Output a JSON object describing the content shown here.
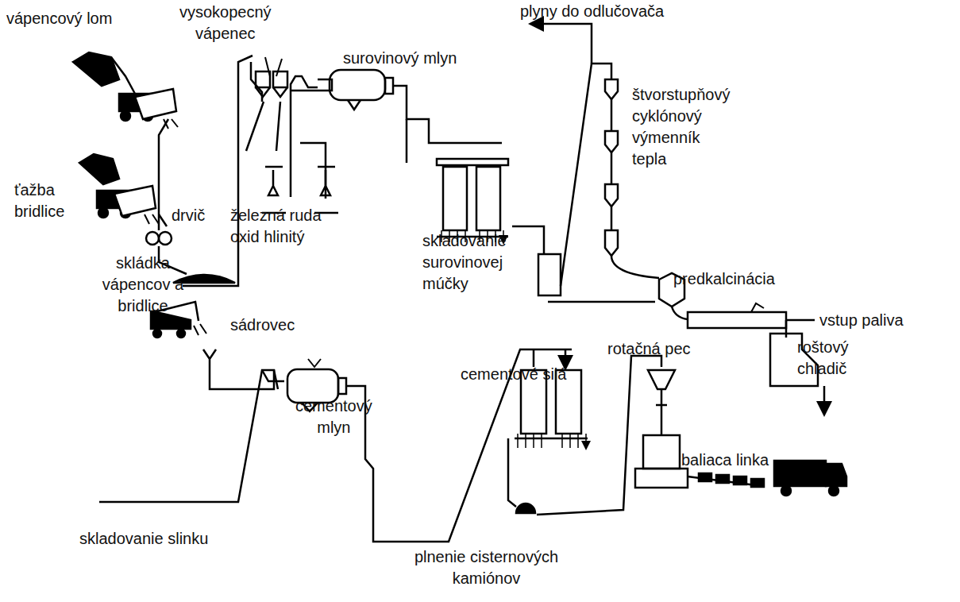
{
  "diagram": {
    "labels": [
      "vysokopecný vápenec",
      "vápencový lom",
      "plyny do odlučovača",
      "surovinový mlyn",
      "štvorstupňový cyklónový výmenník tepla",
      "ťažba bridlice",
      "drvič",
      "železná ruda oxid hlinitý",
      "skladovanie surovinovej múčky",
      "skládka vápencov a bridlice",
      "predkalcinácia",
      "vstup paliva",
      "sádrovec",
      "rotačná pec",
      "roštový chladič",
      "cementové silá",
      "cementový mlyn",
      "baliaca linka",
      "skladovanie slinku",
      "plnenie cisternových kamiónov"
    ]
  }
}
